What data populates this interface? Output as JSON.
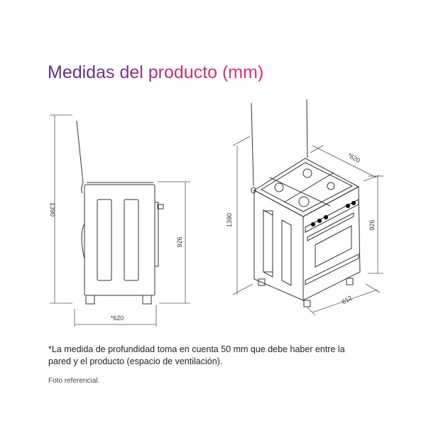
{
  "title": "Medidas del producto (mm)",
  "side_view": {
    "height_total": "1390",
    "height_body": "926",
    "depth": "*620"
  },
  "iso_view": {
    "height_total": "1390",
    "height_body": "926",
    "depth": "*620",
    "width": "612"
  },
  "note": "*La medida de profundidad toma en cuenta 50 mm que debe haber entre la pared y el producto (espacio de ventilación).",
  "photo_disclaimer": "Foto referencial.",
  "colors": {
    "title_start": "#5a2d86",
    "title_end": "#e2306f"
  }
}
